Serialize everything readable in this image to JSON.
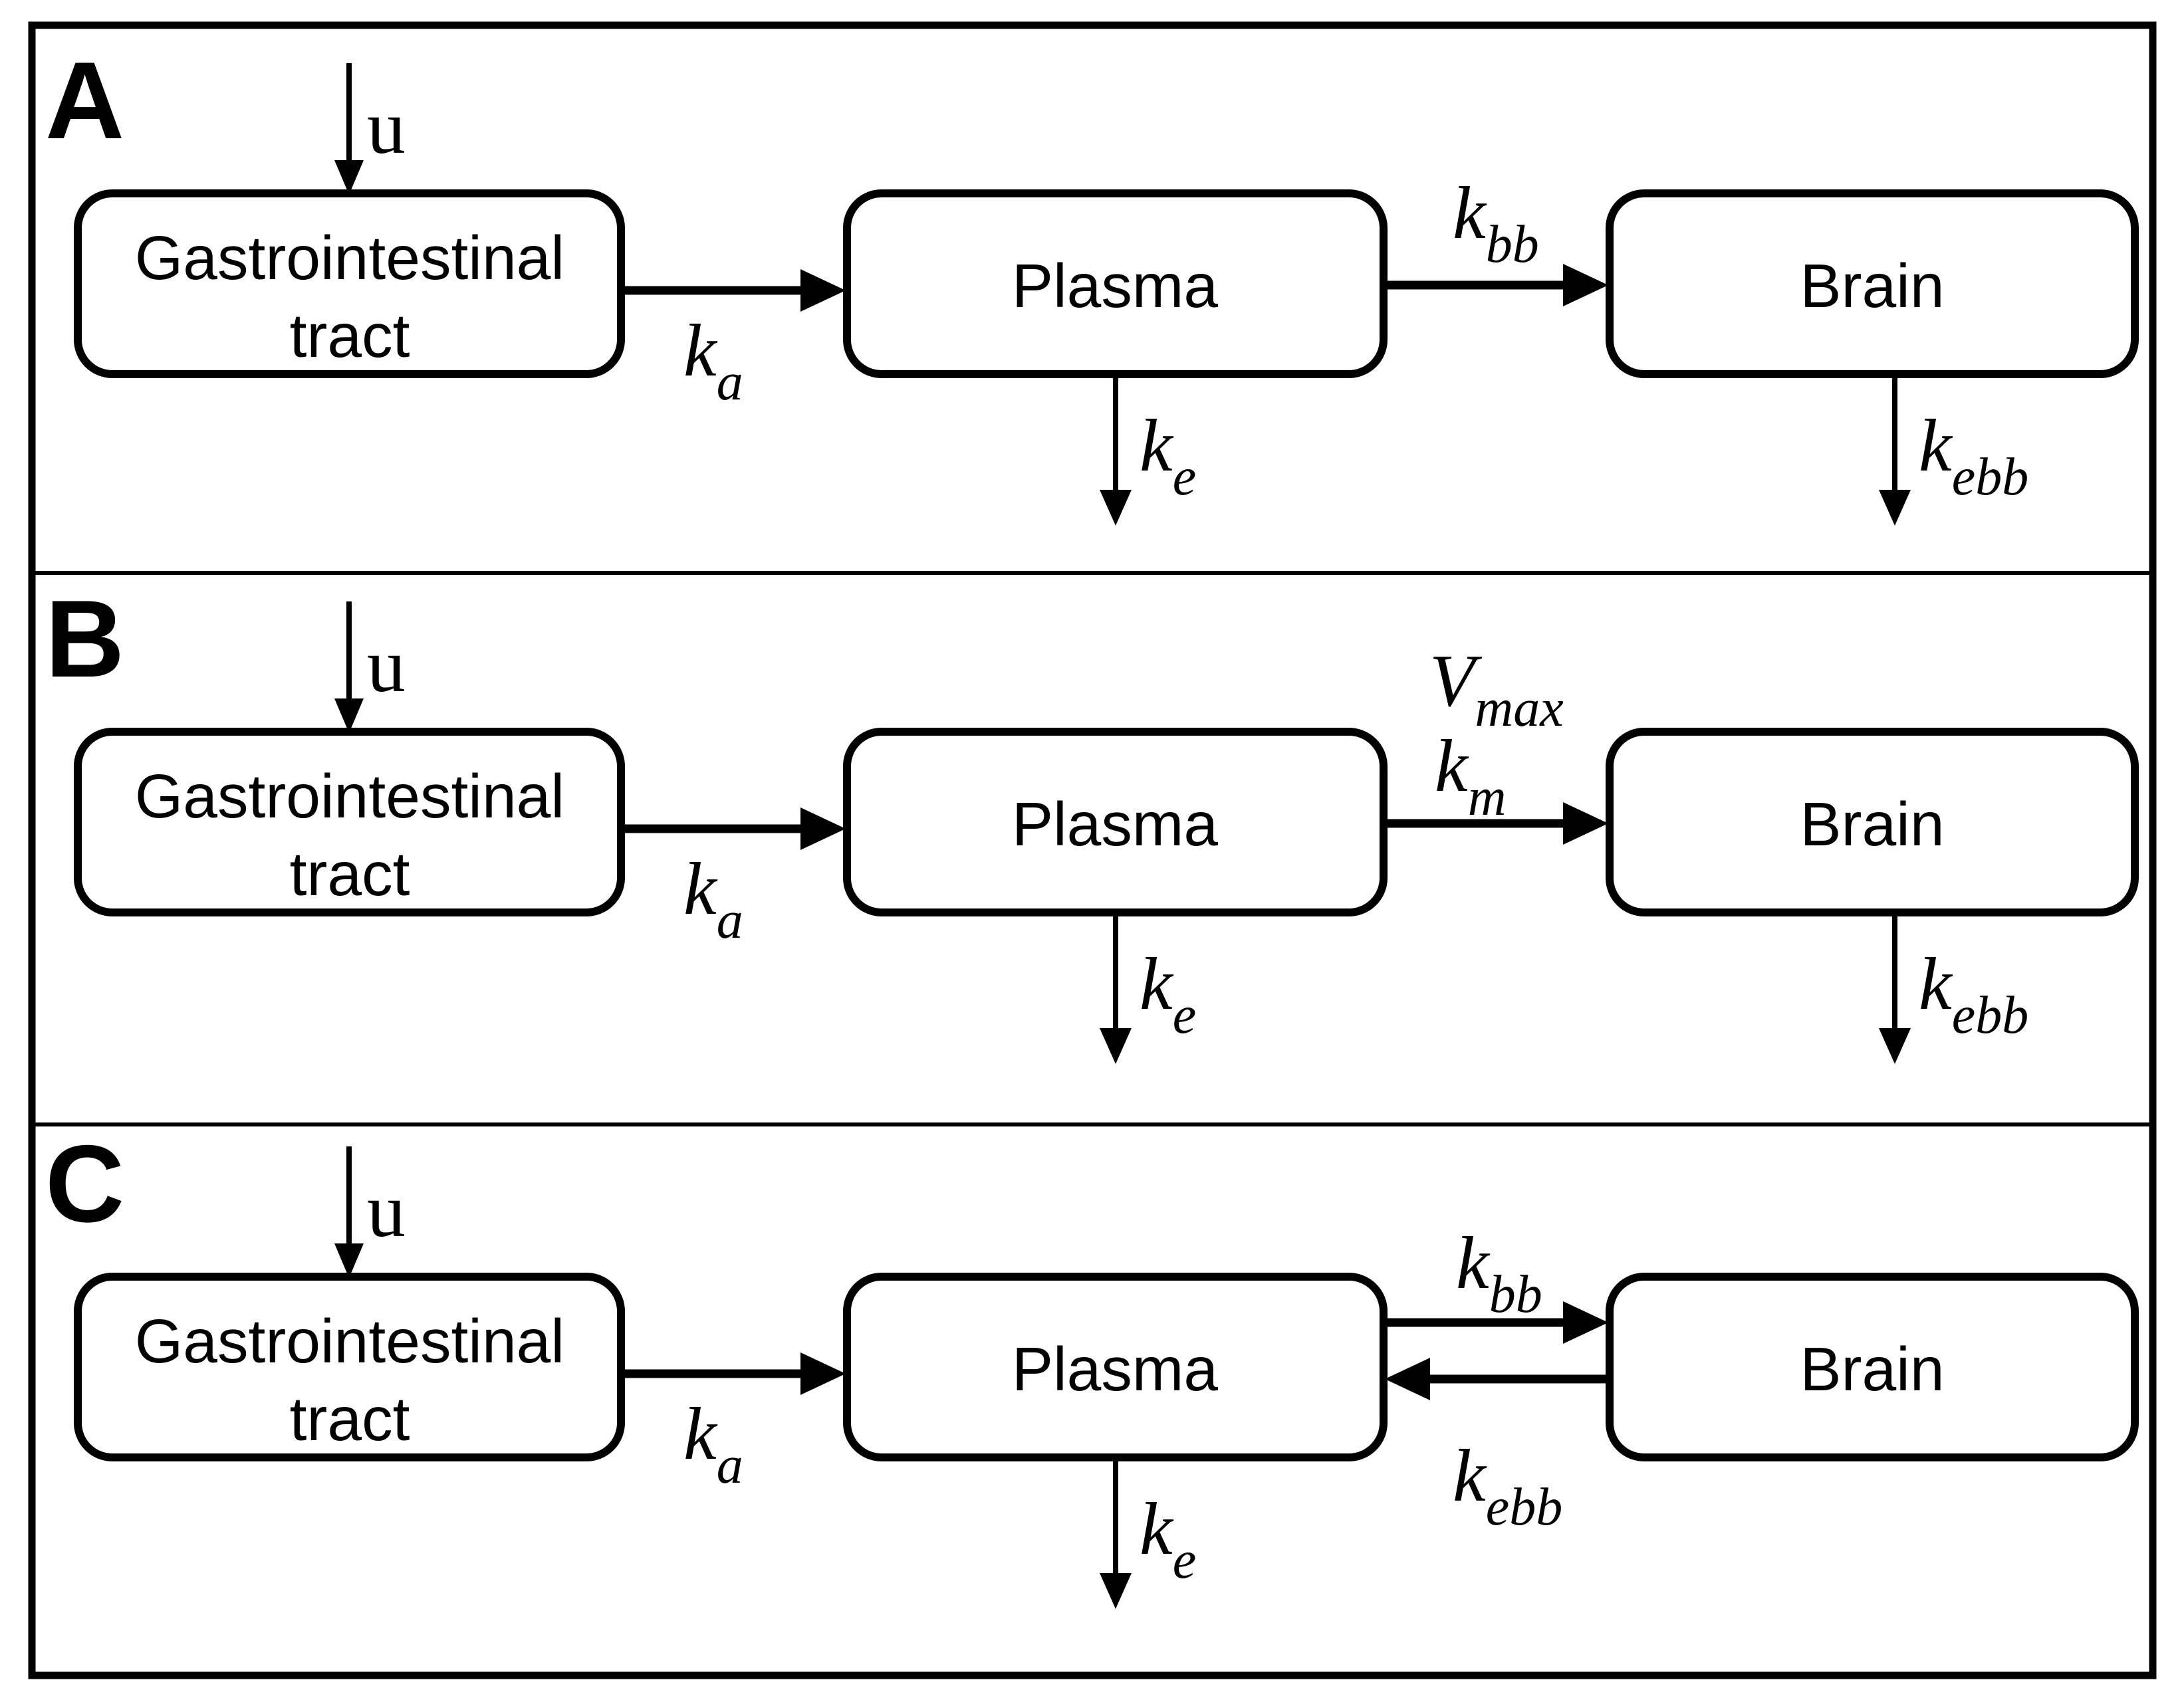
{
  "figure": {
    "background": "#ffffff",
    "line_color": "#000000"
  },
  "panels": [
    {
      "label": "A",
      "dose_input": "u",
      "gi_line1": "Gastrointestinal",
      "gi_line2": "tract",
      "plasma": "Plasma",
      "brain": "Brain",
      "ka_base": "k",
      "ka_sub": "a",
      "ke_base": "k",
      "ke_sub": "e",
      "kbb_base": "k",
      "kbb_sub": "bb",
      "kebb_base": "k",
      "kebb_sub": "ebb"
    },
    {
      "label": "B",
      "dose_input": "u",
      "gi_line1": "Gastrointestinal",
      "gi_line2": "tract",
      "plasma": "Plasma",
      "brain": "Brain",
      "ka_base": "k",
      "ka_sub": "a",
      "ke_base": "k",
      "ke_sub": "e",
      "vmax_base": "V",
      "vmax_sub": "max",
      "km_base": "k",
      "km_sub": "m",
      "kebb_base": "k",
      "kebb_sub": "ebb"
    },
    {
      "label": "C",
      "dose_input": "u",
      "gi_line1": "Gastrointestinal",
      "gi_line2": "tract",
      "plasma": "Plasma",
      "brain": "Brain",
      "ka_base": "k",
      "ka_sub": "a",
      "ke_base": "k",
      "ke_sub": "e",
      "kbb_base": "k",
      "kbb_sub": "bb",
      "kebb_base": "k",
      "kebb_sub": "ebb"
    }
  ]
}
